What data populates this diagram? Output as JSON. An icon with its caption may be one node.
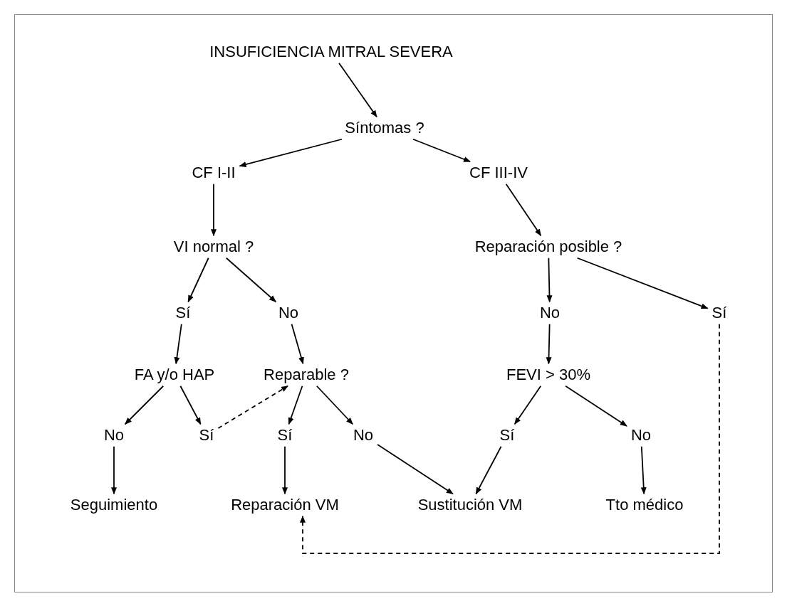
{
  "diagram": {
    "nodes": [
      {
        "text": [
          "INSUFICIENCIA MITRAL SEVERA"
        ]
      },
      {
        "text": [
          "Síntomas ?"
        ]
      },
      {
        "text": [
          "CF I-II"
        ]
      },
      {
        "text": [
          "CF III-IV"
        ]
      },
      {
        "text": [
          "VI normal ?"
        ]
      },
      {
        "text": [
          "Reparación posible ?"
        ]
      },
      {
        "text": [
          "Sí"
        ]
      },
      {
        "text": [
          "No"
        ]
      },
      {
        "text": [
          "No"
        ]
      },
      {
        "text": [
          "Sí"
        ]
      },
      {
        "text": [
          "FA y/o HAP"
        ]
      },
      {
        "text": [
          "Reparable ?"
        ]
      },
      {
        "text": [
          "FEVI > 30%"
        ]
      },
      {
        "text": [
          "No"
        ]
      },
      {
        "text": [
          "Sí"
        ]
      },
      {
        "text": [
          "Sí"
        ]
      },
      {
        "text": [
          "No"
        ]
      },
      {
        "text": [
          "Sí"
        ]
      },
      {
        "text": [
          "No"
        ]
      },
      {
        "text": [
          "Seguimiento"
        ]
      },
      {
        "text": [
          "Reparación VM"
        ]
      },
      {
        "text": [
          "Sustitución VM"
        ]
      },
      {
        "text": [
          "Tto médico"
        ]
      }
    ],
    "edges": [
      {
        "from": 0,
        "to": 1,
        "arrow": "to"
      },
      {
        "from": 1,
        "to": 2,
        "arrow": "to"
      },
      {
        "from": 1,
        "to": 3,
        "arrow": "to"
      },
      {
        "from": 2,
        "to": 4,
        "arrow": "to"
      },
      {
        "from": 3,
        "to": 5,
        "arrow": "to"
      },
      {
        "from": 4,
        "to": 6,
        "arrow": "to"
      },
      {
        "from": 4,
        "to": 7,
        "arrow": "to"
      },
      {
        "from": 5,
        "to": 8,
        "arrow": "to"
      },
      {
        "from": 5,
        "to": 9,
        "arrow": "to"
      },
      {
        "from": 6,
        "to": 10,
        "arrow": "to"
      },
      {
        "from": 7,
        "to": 11,
        "arrow": "to"
      },
      {
        "from": 8,
        "to": 12,
        "arrow": "to"
      },
      {
        "from": 10,
        "to": 13,
        "arrow": "to"
      },
      {
        "from": 10,
        "to": 14,
        "arrow": "to"
      },
      {
        "from": 14,
        "to": 11,
        "arrow": "to",
        "style": "dashed"
      },
      {
        "from": 11,
        "to": 15,
        "arrow": "to"
      },
      {
        "from": 11,
        "to": 16,
        "arrow": "to"
      },
      {
        "from": 12,
        "to": 17,
        "arrow": "to"
      },
      {
        "from": 12,
        "to": 18,
        "arrow": "to"
      },
      {
        "from": 13,
        "to": 19,
        "arrow": "to"
      },
      {
        "from": 15,
        "to": 20,
        "arrow": "to"
      },
      {
        "from": 16,
        "to": 21,
        "arrow": "to"
      },
      {
        "from": 17,
        "to": 21,
        "arrow": "to"
      },
      {
        "from": 18,
        "to": 22,
        "arrow": "to"
      },
      {
        "from": 9,
        "to": 20,
        "arrow": "to",
        "style": "dashed"
      }
    ]
  }
}
